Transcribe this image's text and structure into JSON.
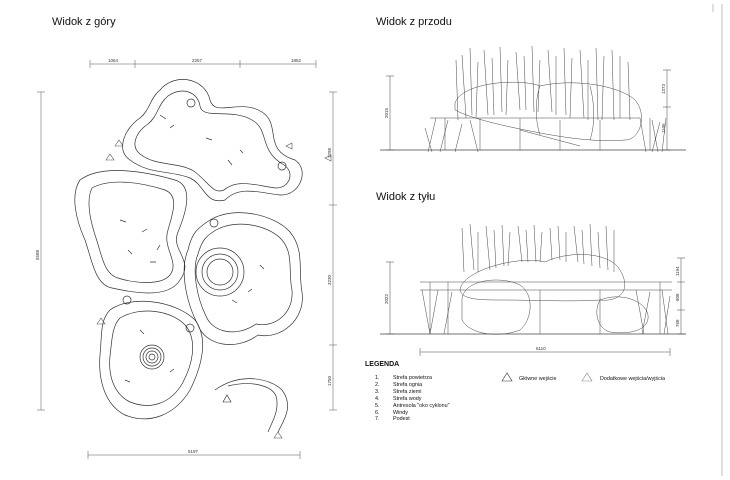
{
  "titles": {
    "top_view": "Widok z góry",
    "front_view": "Widok z przodu",
    "back_view": "Widok z tyłu"
  },
  "dimensions": {
    "top_view": {
      "top_1": "1064",
      "top_2": "2257",
      "top_3": "1852",
      "left_total": "5588",
      "right_1": "1298",
      "right_2": "3230",
      "right_3": "1750",
      "bottom_total": "5197"
    },
    "front_view": {
      "height_left": "2015",
      "height_right_1": "1373",
      "height_right_2": "1106"
    },
    "back_view": {
      "height_left": "2022",
      "height_right_1": "1194",
      "height_right_2": "808",
      "height_right_3": "768",
      "width_bottom": "6110"
    }
  },
  "legend": {
    "title": "LEGENDA",
    "items": [
      {
        "num": "1.",
        "label": "Strefa powietrza"
      },
      {
        "num": "2.",
        "label": "Strefa  ognia"
      },
      {
        "num": "3.",
        "label": "Strefa  ziemi"
      },
      {
        "num": "4.",
        "label": "Strefa wody"
      },
      {
        "num": "5.",
        "label": "Antresola \"oko cyklonu\""
      },
      {
        "num": "6.",
        "label": "Windy"
      },
      {
        "num": "7.",
        "label": "Podest"
      }
    ],
    "main_entry": "Główne wejście",
    "extra_entry": "Dodatkowe wejścia/wyjścia"
  }
}
